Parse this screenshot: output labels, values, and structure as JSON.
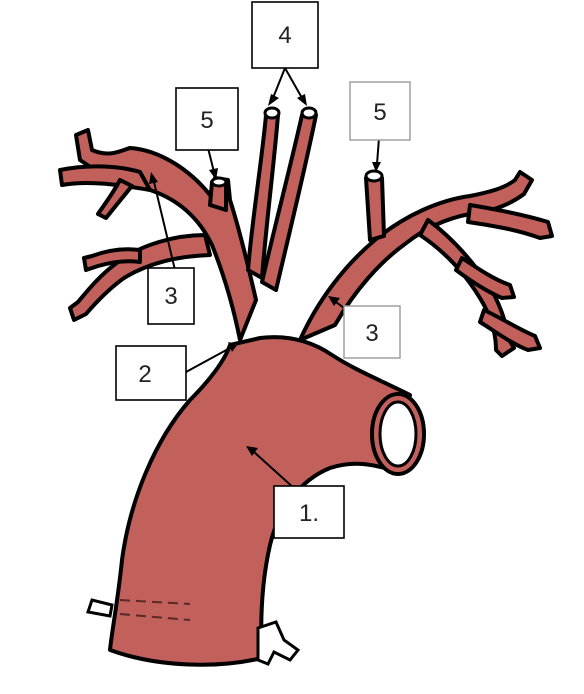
{
  "labels": {
    "l1": "1.",
    "l2": "2",
    "l3_left": "3",
    "l3_right": "3",
    "l4": "4",
    "l5_left": "5",
    "l5_right": "5"
  },
  "colors": {
    "vessel": "#c2605b",
    "outline": "#000000",
    "background": "#ffffff"
  }
}
